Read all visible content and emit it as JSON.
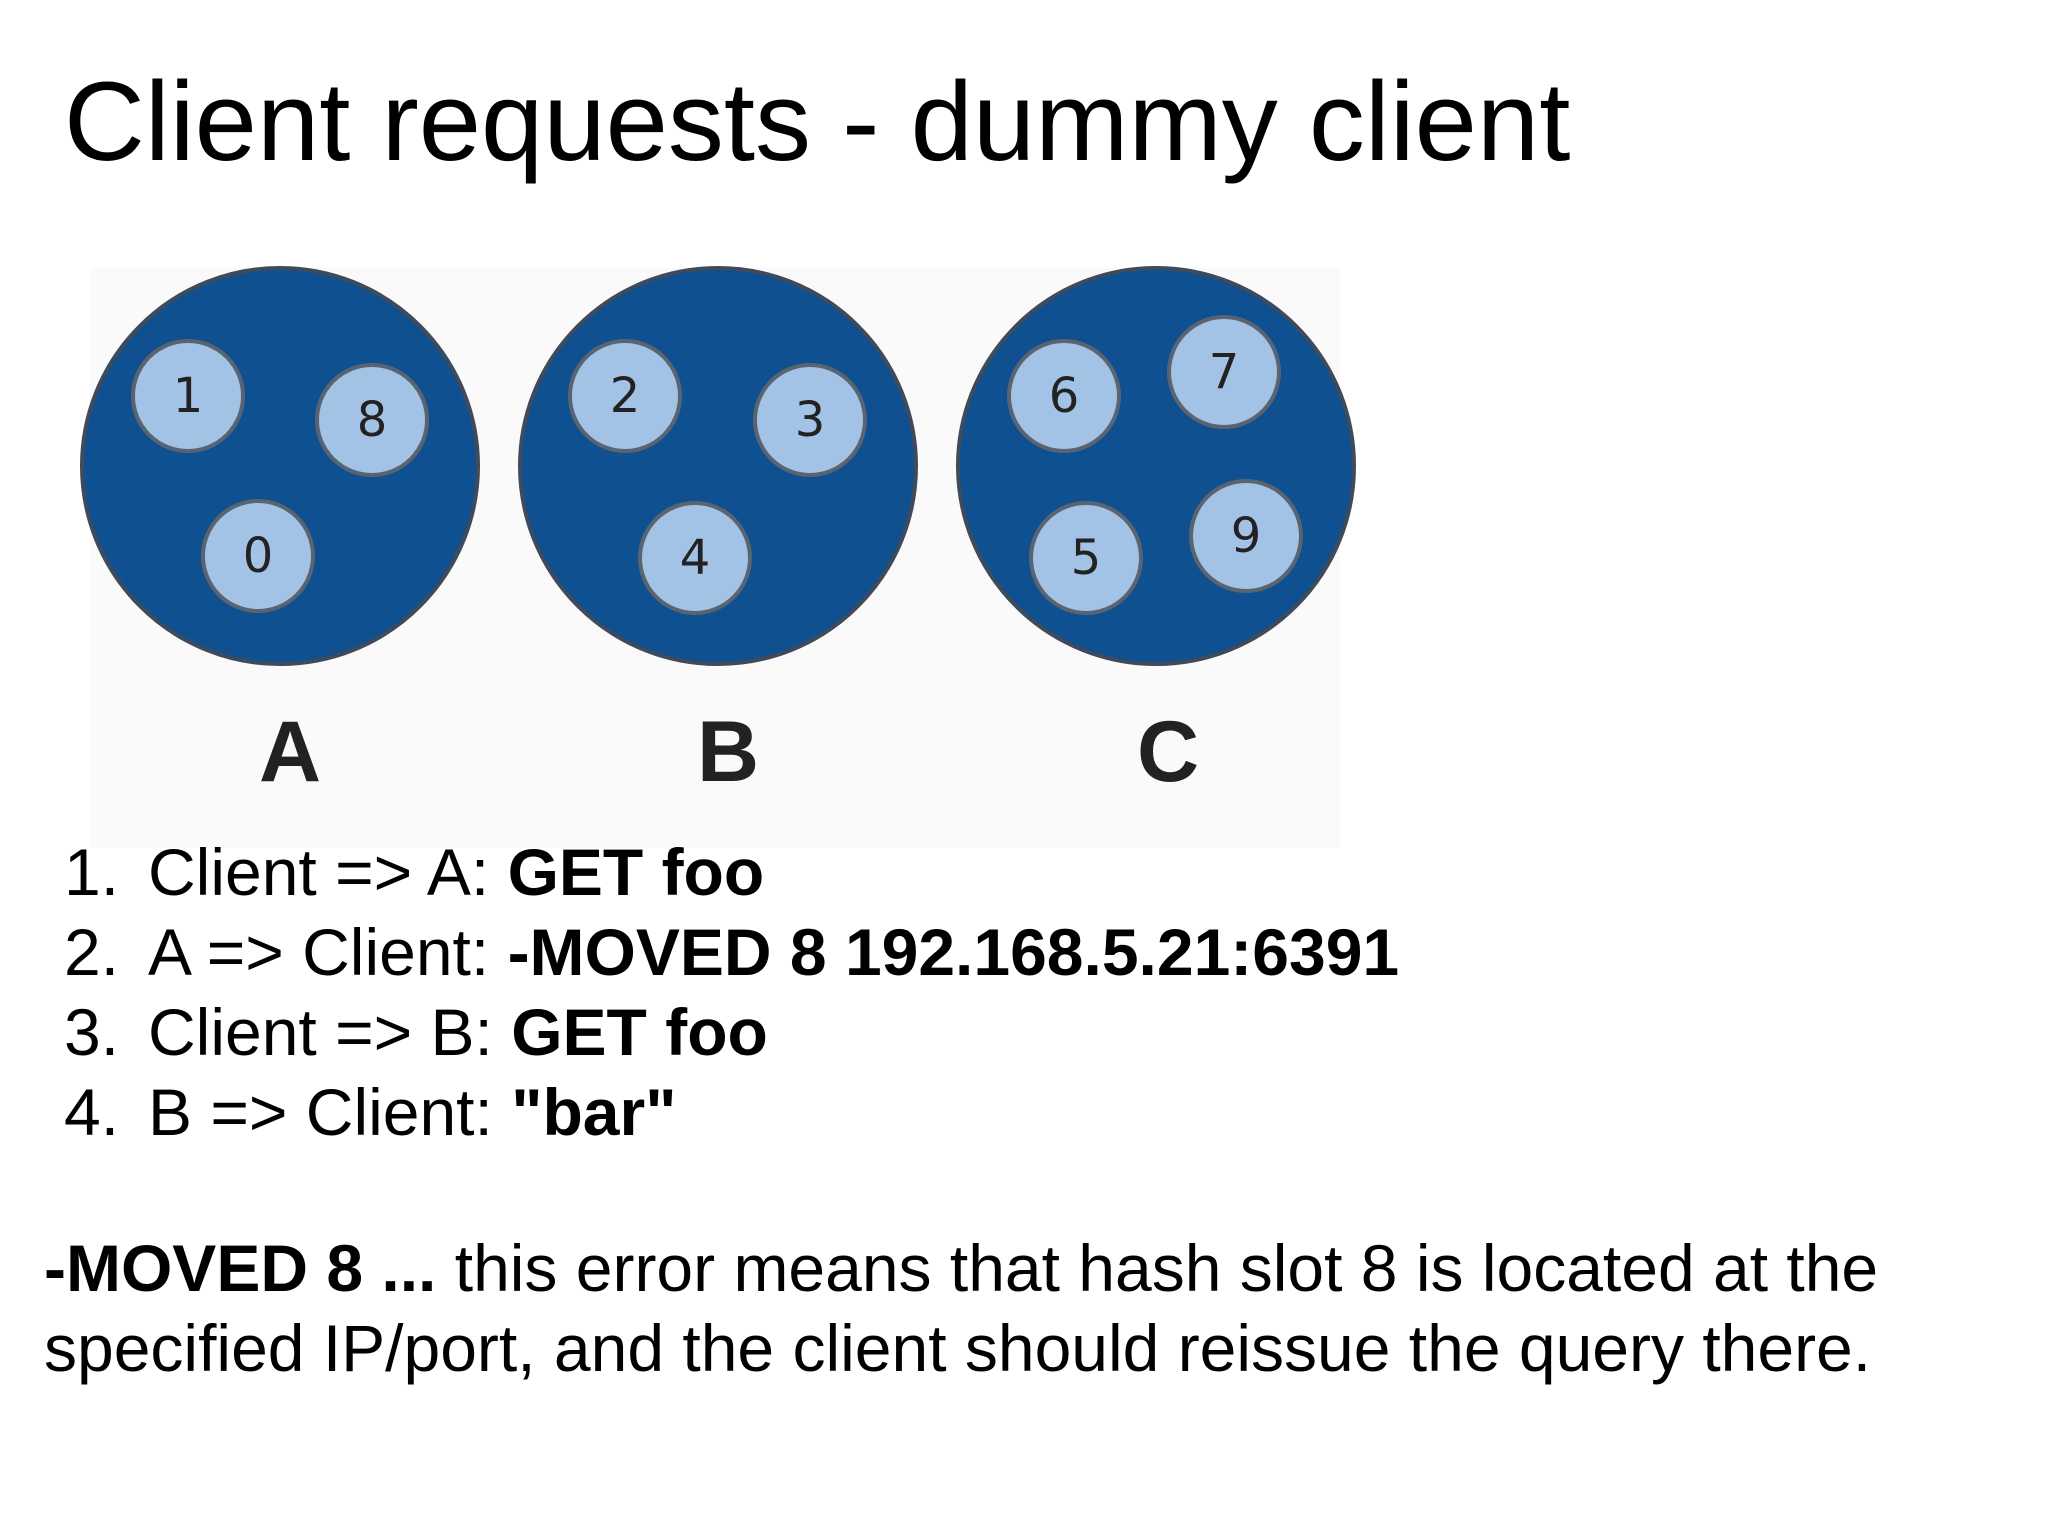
{
  "title": "Client requests - dummy client",
  "colors": {
    "node_fill": "#0f5090",
    "node_stroke": "#3f4a5a",
    "slot_fill": "#a3c3e6",
    "slot_stroke": "#5a6470",
    "label_color": "#222222"
  },
  "nodes": [
    {
      "label": "A",
      "slots": [
        "1",
        "8",
        "0"
      ]
    },
    {
      "label": "B",
      "slots": [
        "2",
        "3",
        "4"
      ]
    },
    {
      "label": "C",
      "slots": [
        "6",
        "7",
        "5",
        "9"
      ]
    }
  ],
  "steps": [
    {
      "num": "1.",
      "text": "Client => A: ",
      "bold": "GET foo"
    },
    {
      "num": "2.",
      "text": "A => Client: ",
      "bold": "-MOVED 8 192.168.5.21:6391"
    },
    {
      "num": "3.",
      "text": "Client => B: ",
      "bold": "GET foo"
    },
    {
      "num": "4.",
      "text": "B => Client: ",
      "bold": "\"bar\""
    }
  ],
  "note": {
    "bold": "-MOVED 8 ...",
    "text": " this error means that hash slot 8 is located at the specified IP/port, and the client should reissue the query there."
  }
}
